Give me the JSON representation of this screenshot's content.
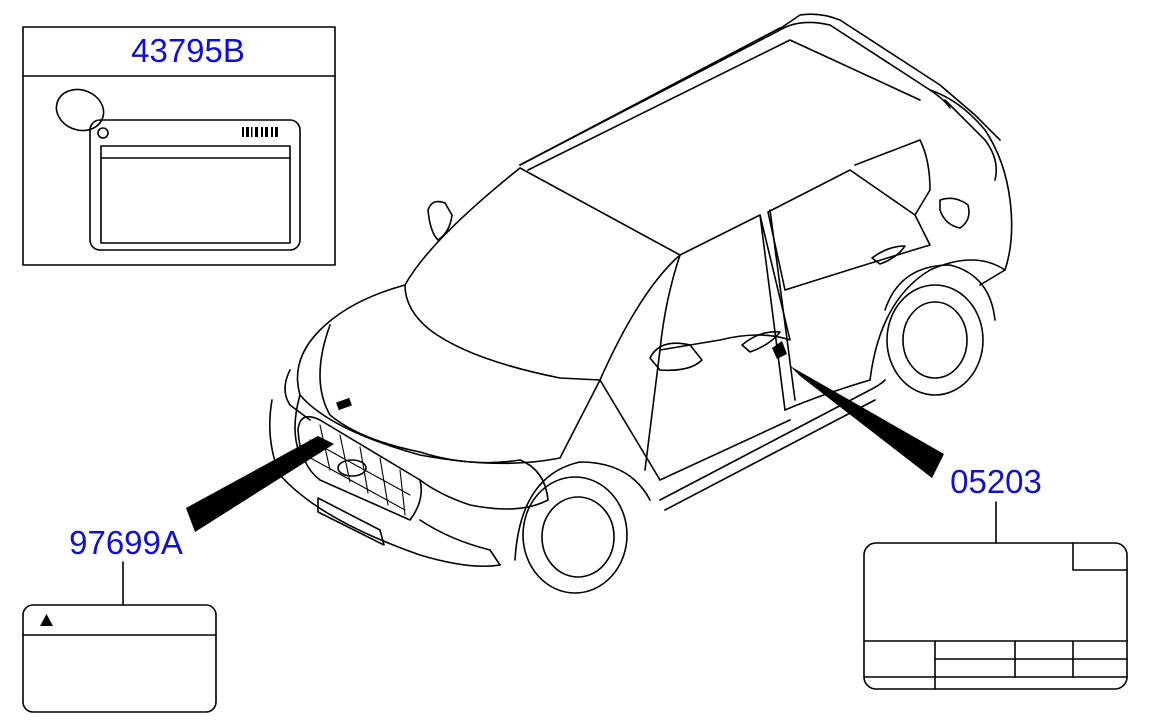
{
  "labels": [
    {
      "part_number": "43795B"
    },
    {
      "part_number": "97699A"
    },
    {
      "part_number": "05203"
    }
  ],
  "colors": {
    "part_number_text": "#1010d0",
    "line": "#000000",
    "background": "#ffffff"
  },
  "icons": {
    "caution_label_symbol": "warning-triangle-icon",
    "tag_barcode": "barcode-icon"
  }
}
